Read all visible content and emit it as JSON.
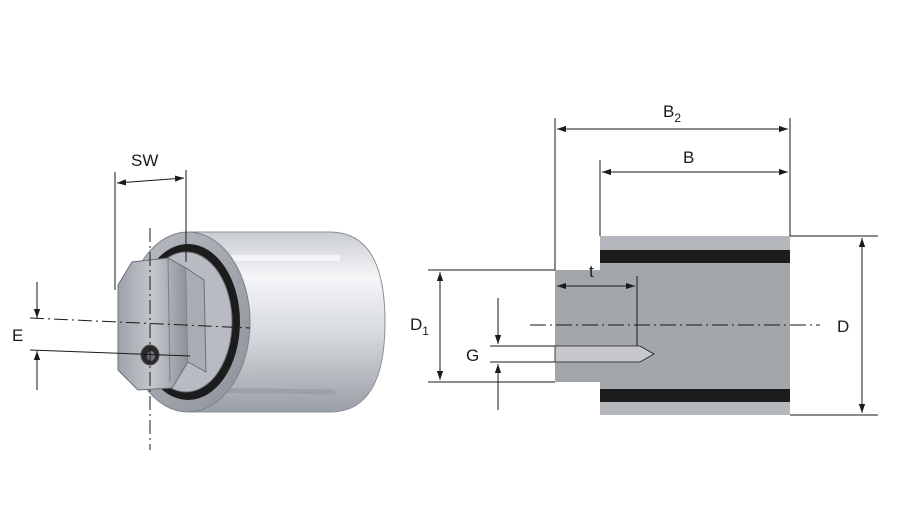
{
  "labels": {
    "sw": "SW",
    "e": "E",
    "b2_main": "B",
    "b2_sub": "2",
    "b": "B",
    "t": "t",
    "d1_main": "D",
    "d1_sub": "1",
    "g": "G",
    "d": "D"
  },
  "colors": {
    "line": "#1a1a1a",
    "body_light": "#d6d9de",
    "body_mid": "#a7acb3",
    "body_dark": "#7c8189",
    "section_fill": "#a3a6ab",
    "seal": "#1c1c1c"
  }
}
